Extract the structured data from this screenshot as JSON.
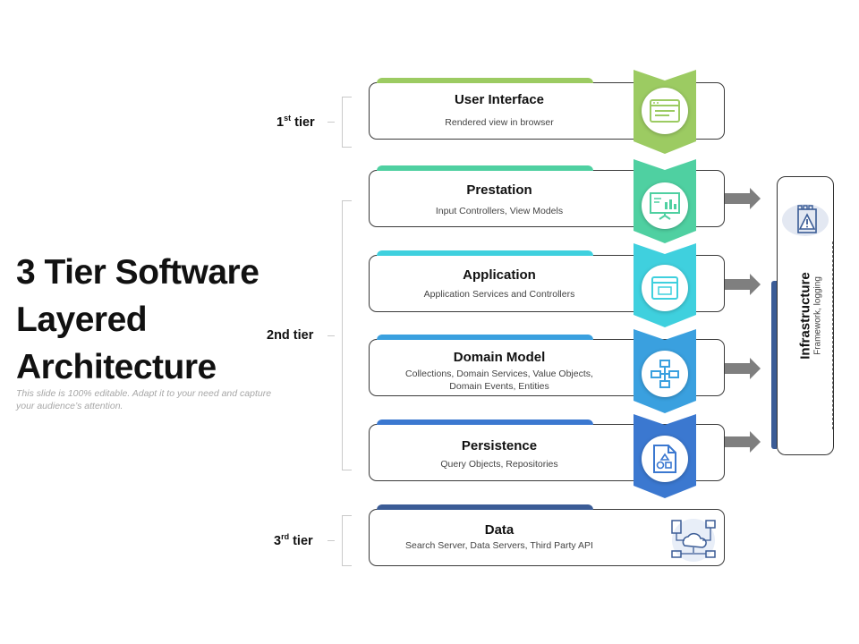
{
  "title_lines": [
    "3 Tier Software",
    "Layered",
    "Architecture"
  ],
  "subtitle": "This slide is 100% editable. Adapt it to your need and capture your audience’s attention.",
  "tiers": [
    {
      "num": "1",
      "sup": "st",
      "word": " tier"
    },
    {
      "num": "2nd tier",
      "sup": "",
      "word": ""
    },
    {
      "num": "3",
      "sup": "rd",
      "word": " tier"
    }
  ],
  "layers": [
    {
      "name": "User Interface",
      "desc": "Rendered view in browser",
      "color": "#9ccb62",
      "icon": "browser-window-icon"
    },
    {
      "name": "Prestation",
      "desc": "Input Controllers, View Models",
      "color": "#4fd0a1",
      "icon": "presentation-board-icon"
    },
    {
      "name": "Application",
      "desc": "Application Services and Controllers",
      "color": "#3fd0de",
      "icon": "app-window-icon"
    },
    {
      "name": "Domain Model",
      "desc": "Collections, Domain Services, Value Objects, Domain Events, Entities",
      "color": "#3aa0df",
      "icon": "hierarchy-icon"
    },
    {
      "name": "Persistence",
      "desc": "Query Objects, Repositories",
      "color": "#3b78d0",
      "icon": "document-shapes-icon"
    },
    {
      "name": "Data",
      "desc": "Search Server, Data Servers, Third Party API",
      "color": "#3b5c96",
      "icon": "cloud-network-icon"
    }
  ],
  "infrastructure": {
    "title": "Infrastructure",
    "subtitle": "Framework, logging",
    "icon": "warning-barrier-icon"
  },
  "colors": {
    "arrow": "#7f7f7f",
    "text": "#111111"
  }
}
